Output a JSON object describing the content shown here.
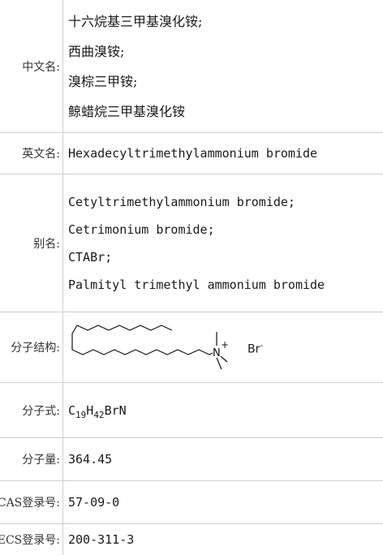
{
  "rows": {
    "chinese_name": {
      "label": "中文名:",
      "values": [
        "十六烷基三甲基溴化铵;",
        "西曲溴铵;",
        "溴棕三甲铵;",
        "鲸蜡烷三甲基溴化铵"
      ]
    },
    "english_name": {
      "label": "英文名:",
      "value": "Hexadecyltrimethylammonium bromide"
    },
    "aliases": {
      "label": "别名:",
      "values": [
        "Cetyltrimethylammonium bromide;",
        "Cetrimonium bromide;",
        "CTABr;",
        "Palmityl trimethyl ammonium bromide"
      ]
    },
    "structure": {
      "label": "分子结构:",
      "nitrogen": "N",
      "charge": "+",
      "bromide": "Br",
      "bromide_charge": "-"
    },
    "formula": {
      "label": "分子式:",
      "c": "C",
      "c_count": "19",
      "h": "H",
      "h_count": "42",
      "rest": "BrN"
    },
    "weight": {
      "label": "分子量:",
      "value": "364.45"
    },
    "cas": {
      "label": "CAS登录号:",
      "value": "57-09-0"
    },
    "einecs": {
      "label": "EINECS登录号:",
      "value": "200-311-3"
    }
  }
}
